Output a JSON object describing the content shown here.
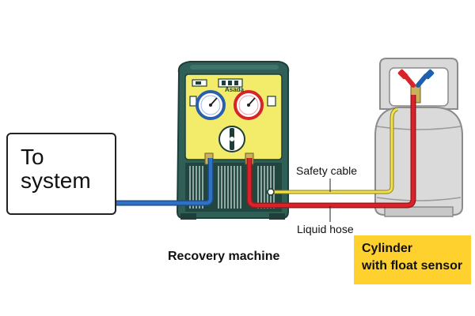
{
  "labels": {
    "to_system_line1": "To",
    "to_system_line2": "system",
    "recovery_machine": "Recovery machine",
    "safety_cable": "Safety cable",
    "liquid_hose": "Liquid hose",
    "cylinder_line1": "Cylinder",
    "cylinder_line2": "with float sensor",
    "brand": "Asada"
  },
  "icons": {
    "recovery_machine": "recovery-machine-illustration",
    "cylinder": "refrigerant-cylinder-illustration",
    "low_gauge": "pressure-gauge",
    "high_gauge": "pressure-gauge",
    "valve_knob": "rotary-knob"
  },
  "colors": {
    "blue_hose": "#1f5fae",
    "red_hose": "#d8232a",
    "safety_cable": "#f2e04a",
    "machine_body": "#2f5f57",
    "machine_panel": "#f3ec6a",
    "cylinder_body": "#dadada",
    "highlight_box": "#ffd12e"
  }
}
